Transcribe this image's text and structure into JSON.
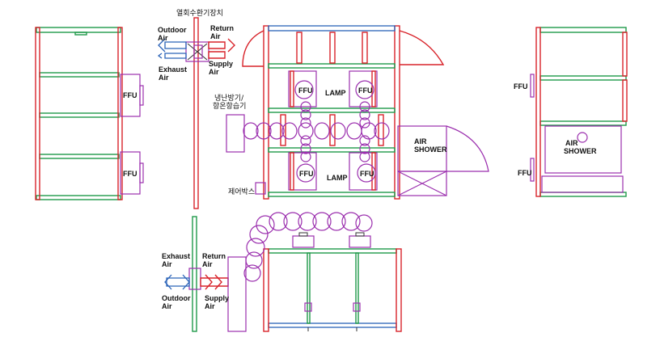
{
  "colors": {
    "green": "#1f9a4a",
    "red": "#d8232a",
    "purple": "#9b2fae",
    "blue": "#2b63b8",
    "dark": "#333333"
  },
  "labels": {
    "hrv_title": "열회수환기장치",
    "outdoor_air": [
      "Outdoor",
      "Air"
    ],
    "return_air": [
      "Return",
      "Air"
    ],
    "exhaust_air": [
      "Exhaust",
      "Air"
    ],
    "supply_air": [
      "Supply",
      "Air"
    ],
    "ffu": "FFU",
    "lamp": "LAMP",
    "air_shower": [
      "AIR",
      "SHOWER"
    ],
    "hvac_unit": [
      "냉난방기/",
      "항온항습기"
    ],
    "control_box": "제어박스"
  }
}
